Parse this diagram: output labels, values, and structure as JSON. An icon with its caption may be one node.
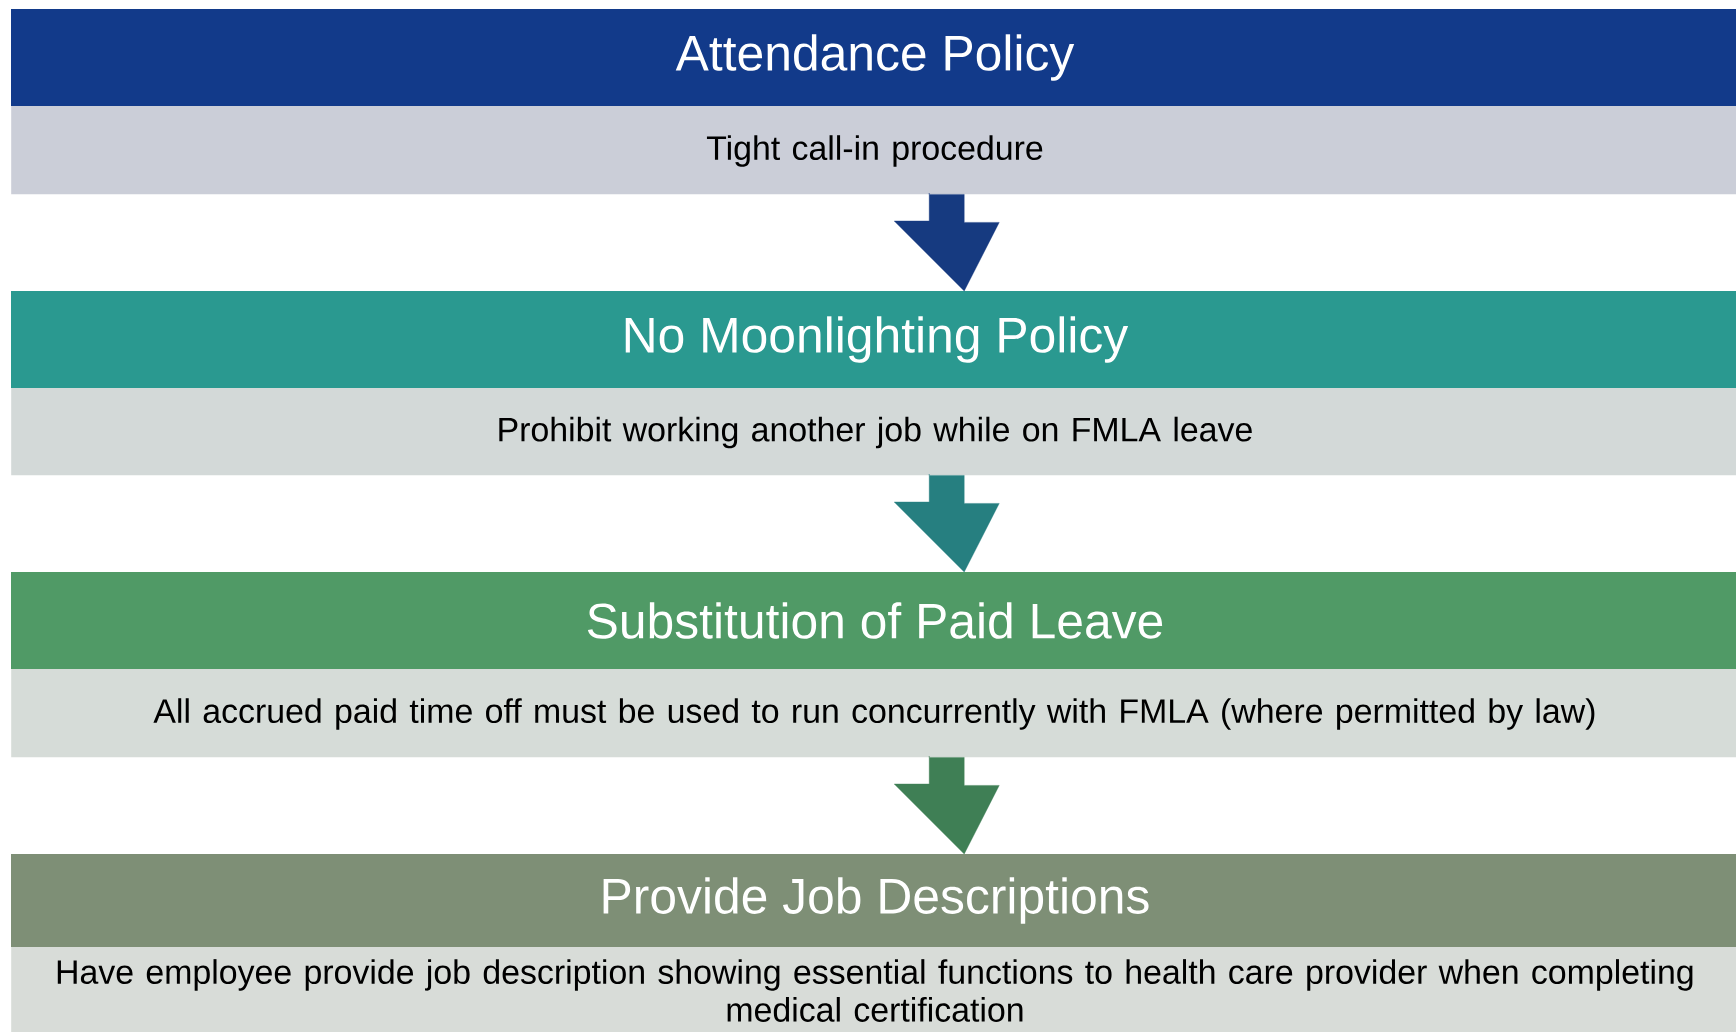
{
  "diagram": {
    "nodes": [
      {
        "text": [
          "Attendance Policy",
          "Tight call-in procedure"
        ]
      },
      {
        "text": [
          "No Moonlighting Policy",
          "Prohibit working another job while on FMLA leave"
        ]
      },
      {
        "text": [
          "Substitution of Paid Leave",
          "All accrued paid time off must be used to run concurrently with FMLA (where permitted by law)"
        ]
      },
      {
        "text": [
          "Provide Job Descriptions",
          "Have employee provide job description showing essential functions to health care provider when completing medical certification"
        ]
      }
    ],
    "edges": [
      {
        "from": 0,
        "to": 1,
        "arrow": "to",
        "color": "#163a80"
      },
      {
        "from": 1,
        "to": 2,
        "arrow": "to",
        "color": "#267f80"
      },
      {
        "from": 2,
        "to": 3,
        "arrow": "to",
        "color": "#3f7f55"
      }
    ]
  }
}
